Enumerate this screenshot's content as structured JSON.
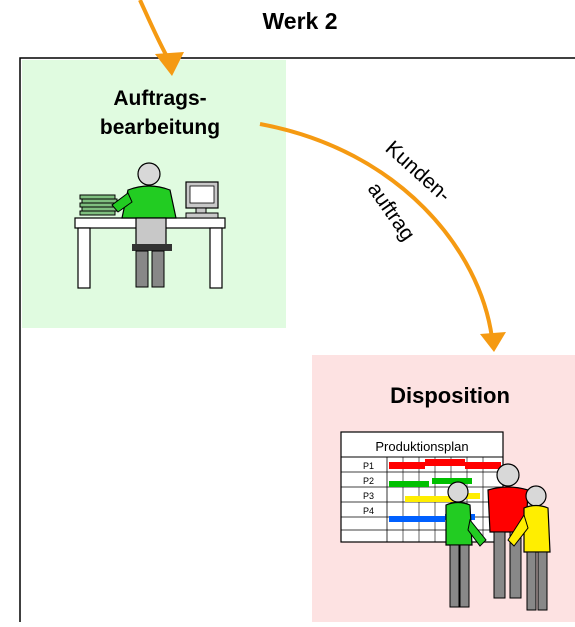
{
  "diagram": {
    "title": "Werk 2",
    "box_auftrag": {
      "label_line1": "Auftrags-",
      "label_line2": "bearbeitung",
      "fill": "#e0fbe0"
    },
    "box_dispo": {
      "label": "Disposition",
      "fill": "#fde2e2"
    },
    "flow_label": {
      "line1": "Kunden-",
      "line2": "auftrag"
    },
    "arrow_color": "#f59a12",
    "plan": {
      "title": "Produktionsplan",
      "rows": [
        "P1",
        "P2",
        "P3",
        "P4"
      ],
      "row_colors": [
        "#ff0000",
        "#00c000",
        "#ffee00",
        "#0060ff"
      ]
    },
    "person_colors": {
      "worker": "#22cc22",
      "person1": "#22cc22",
      "person2": "#ff0000",
      "person3": "#ffee00"
    }
  }
}
